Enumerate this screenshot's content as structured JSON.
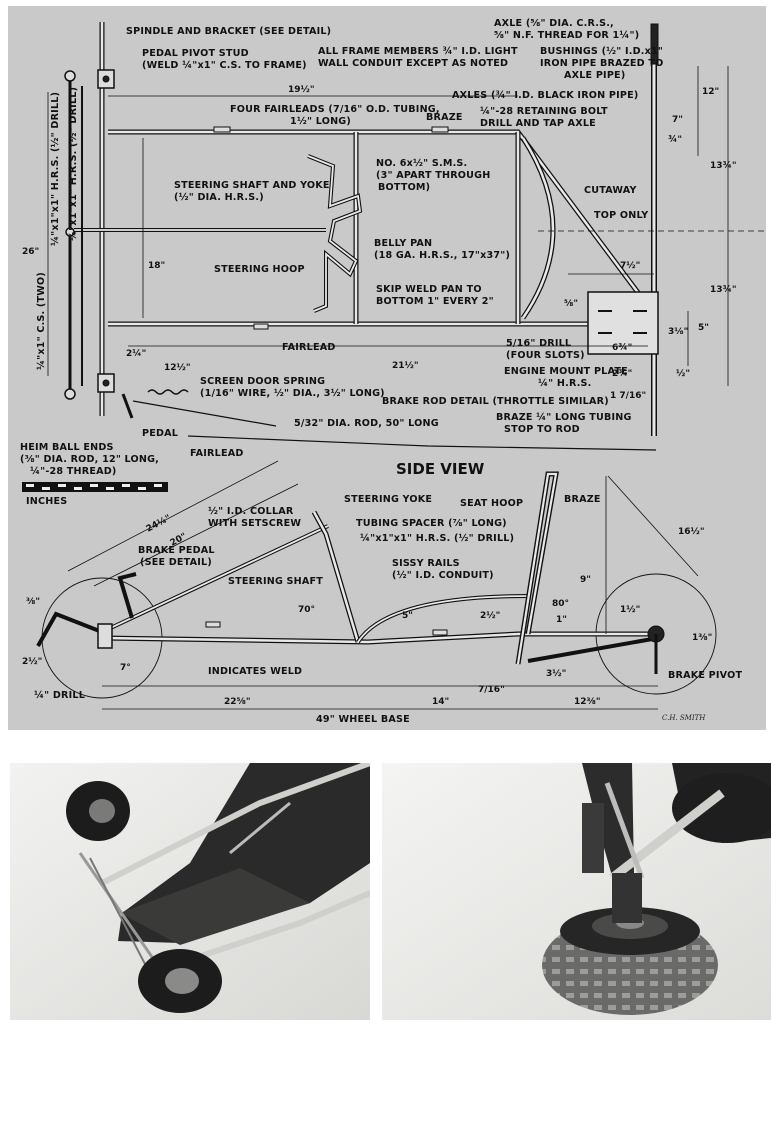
{
  "labels": {
    "spindle_bracket": "SPINDLE AND BRACKET (SEE DETAIL)",
    "pedal_pivot_1": "PEDAL PIVOT STUD",
    "pedal_pivot_2": "(WELD ¼\"x1\" C.S. TO FRAME)",
    "frame_note_1": "ALL FRAME MEMBERS ¾\" I.D. LIGHT",
    "frame_note_2": "WALL CONDUIT EXCEPT AS NOTED",
    "axle_1": "AXLE (⅝\" DIA. C.R.S.,",
    "axle_2": "⅝\" N.F. THREAD FOR 1¼\")",
    "bushings_1": "BUSHINGS (½\" I.D.x1\"",
    "bushings_2": "IRON PIPE BRAZED TO",
    "bushings_3": "AXLE PIPE)",
    "axles": "AXLES (¾\" I.D. BLACK IRON PIPE)",
    "retaining_1": "¼\"-28 RETAINING BOLT",
    "retaining_2": "DRILL AND TAP AXLE",
    "fairleads_1": "FOUR FAIRLEADS (7/16\" O.D. TUBING,",
    "fairleads_2": "1½\" LONG)",
    "braze_top": "BRAZE",
    "sms_1": "NO. 6x½\" S.M.S.",
    "sms_2": "(3\" APART THROUGH",
    "sms_3": "BOTTOM)",
    "cutaway": "CUTAWAY",
    "top_only": "TOP ONLY",
    "steering_shaft_yoke_1": "STEERING SHAFT AND YOKE",
    "steering_shaft_yoke_2": "(½\" DIA. H.R.S.)",
    "belly_pan_1": "BELLY PAN",
    "belly_pan_2": "(18 GA. H.R.S., 17\"x37\")",
    "steering_hoop": "STEERING HOOP",
    "skip_weld_1": "SKIP WELD PAN TO",
    "skip_weld_2": "BOTTOM 1\" EVERY 2\"",
    "fairlead_mid": "FAIRLEAD",
    "drill_slots_1": "5/16\" DRILL",
    "drill_slots_2": "(FOUR SLOTS)",
    "engine_plate_1": "ENGINE MOUNT PLATE",
    "engine_plate_2": "¼\" H.R.S.",
    "screen_spring_1": "SCREEN DOOR SPRING",
    "screen_spring_2": "(1/16\" WIRE, ½\" DIA., 3½\" LONG)",
    "brake_rod_detail": "BRAKE ROD DETAIL (THROTTLE SIMILAR)",
    "pedal": "PEDAL",
    "rod_532": "5/32\" DIA. ROD, 50\" LONG",
    "braze_tubing_1": "BRAZE ¼\" LONG TUBING",
    "braze_tubing_2": "STOP TO ROD",
    "fairlead_low": "FAIRLEAD",
    "heim_1": "HEIM BALL ENDS",
    "heim_2": "(⅜\" DIA. ROD, 12\" LONG,",
    "heim_3": "¼\"-28 THREAD)",
    "inches": "INCHES",
    "side_view": "SIDE VIEW",
    "steering_yoke": "STEERING YOKE",
    "seat_hoop": "SEAT HOOP",
    "braze_side": "BRAZE",
    "collar_1": "½\" I.D. COLLAR",
    "collar_2": "WITH SETSCREW",
    "tubing_spacer": "TUBING SPACER (⅞\" LONG)",
    "hrs_drill": "¼\"x1\"x1\" H.R.S. (½\" DRILL)",
    "brake_pedal_1": "BRAKE PEDAL",
    "brake_pedal_2": "(SEE DETAIL)",
    "steering_shaft": "STEERING SHAFT",
    "sissy_1": "SISSY RAILS",
    "sissy_2": "(½\" I.D. CONDUIT)",
    "indicates_weld": "INDICATES WELD",
    "drill_quarter": "¼\" DRILL",
    "brake_pivot": "BRAKE PIVOT",
    "wheel_base": "49\" WHEEL BASE",
    "left_vert_1": "¼\"x1\"x1\" H.R.S. (½\" DRILL)",
    "left_vert_2": "¼\"x1\"x1\" H.R.S. (½\" DRILL)",
    "left_vert_3": "¼\"x1\" C.S. (TWO)",
    "signature": "C.H. SMITH"
  },
  "dims": {
    "d19_5": "19½\"",
    "d12": "12\"",
    "d7": "7\"",
    "d3_4": "¾\"",
    "d13_75_top": "13¾\"",
    "d13_75_bot": "13¾\"",
    "d26": "26\"",
    "d18": "18\"",
    "d7_5": "7½\"",
    "d5_8": "⅝\"",
    "d3_5_8": "3⅛\"",
    "d5": "5\"",
    "d2_25": "2¼\"",
    "d12_5": "12½\"",
    "d21_5": "21½\"",
    "d6_75": "6¾\"",
    "d2_75": "2¾\"",
    "d1_7_16": "1 7/16\"",
    "d0_5": "½\"",
    "d24_25": "24¼\"",
    "d20": "20\"",
    "d70": "70°",
    "d80": "80°",
    "d5b": "5\"",
    "d2_5": "2½\"",
    "d9": "9\"",
    "d1": "1\"",
    "d16_5": "16½\"",
    "d1_5": "1½\"",
    "d1_3_8": "1⅜\"",
    "d3_8": "⅜\"",
    "d2_5b": "2½\"",
    "d7deg": "7°",
    "d7_16": "7/16\"",
    "d3_5": "3½\"",
    "d22_5_8": "22⅝\"",
    "d14": "14\"",
    "d12_3_8": "12⅜\""
  },
  "photos": {
    "left": "kart-frame-overhead-photo",
    "right": "rear-wheel-closeup-photo"
  }
}
